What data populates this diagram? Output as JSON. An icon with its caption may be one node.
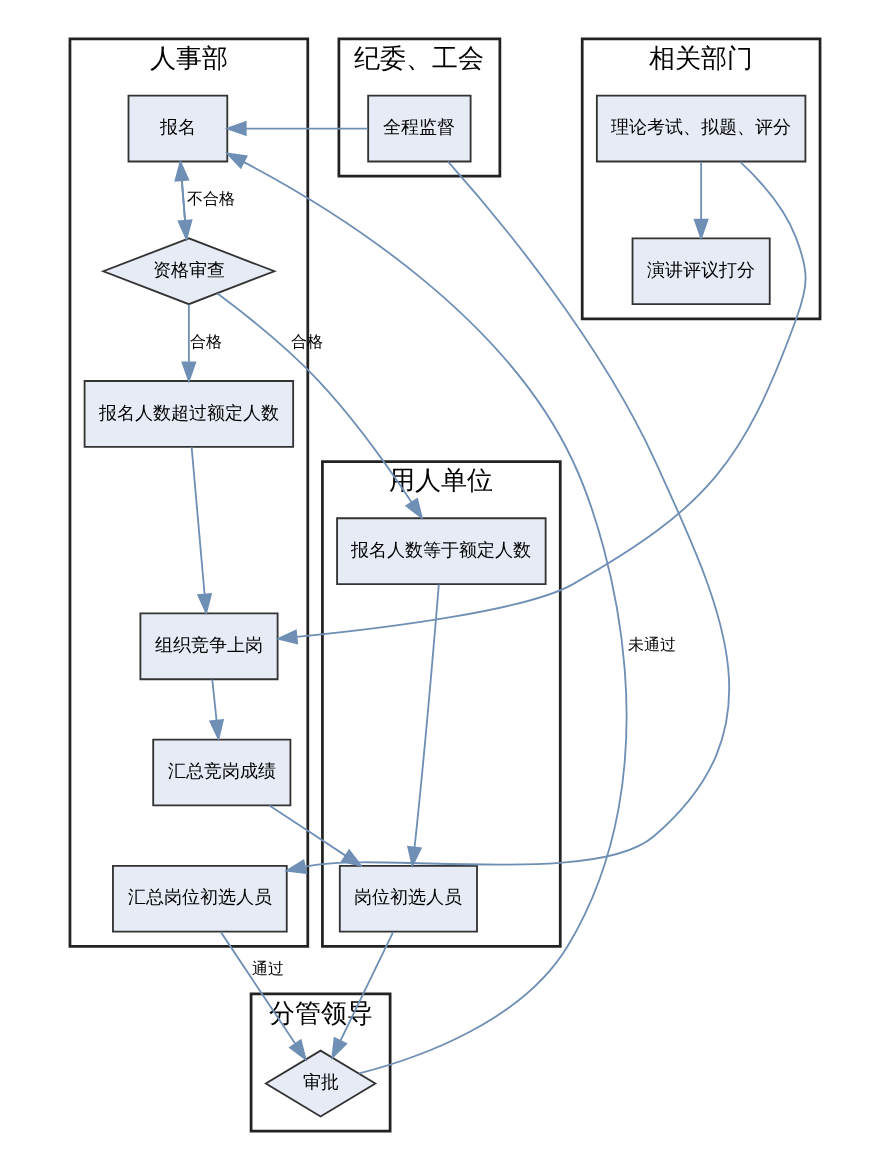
{
  "diagram": {
    "nodes": [
      {
        "text": [
          "分管领导"
        ]
      },
      {
        "text": [
          "人事部"
        ]
      },
      {
        "text": [
          "相关部门"
        ]
      },
      {
        "text": [
          "用人单位"
        ]
      },
      {
        "text": [
          "纪委、工会"
        ]
      },
      {
        "text": [
          "报名"
        ],
        "in": 1
      },
      {
        "text": [
          "资格审查"
        ],
        "in": 1
      },
      {
        "text": [
          "报名人数超过额定人数"
        ],
        "in": 1
      },
      {
        "text": [
          "组织竞争上岗"
        ],
        "in": 1
      },
      {
        "text": [
          "汇总竞岗成绩"
        ],
        "in": 1
      },
      {
        "text": [
          "汇总岗位初选人员"
        ],
        "in": 1
      },
      {
        "text": [
          "理论考试、拟题、评分"
        ],
        "in": 2
      },
      {
        "text": [
          "演讲评议打分"
        ],
        "in": 2
      },
      {
        "text": [
          "报名人数等于额定人数"
        ],
        "in": 3
      },
      {
        "text": [
          "岗位初选人员"
        ],
        "in": 3
      },
      {
        "text": [
          "全程监督"
        ],
        "in": 4
      },
      {
        "text": [
          "审批"
        ],
        "in": 0
      }
    ],
    "edges": [
      {
        "from": 5,
        "to": 6,
        "arrow": "to"
      },
      {
        "from": 6,
        "to": 5,
        "arrow": "to",
        "label": "不合格"
      },
      {
        "from": 6,
        "to": 7,
        "arrow": "to",
        "label": "合格"
      },
      {
        "from": 6,
        "to": 13,
        "arrow": "to",
        "label": "合格"
      },
      {
        "from": 7,
        "to": 8,
        "arrow": "to"
      },
      {
        "from": 11,
        "to": 8,
        "arrow": "to"
      },
      {
        "from": 11,
        "to": 12,
        "arrow": "to"
      },
      {
        "from": 8,
        "to": 9,
        "arrow": "to"
      },
      {
        "from": 9,
        "to": 14,
        "arrow": "to"
      },
      {
        "from": 13,
        "to": 14,
        "arrow": "to"
      },
      {
        "from": 14,
        "to": 16,
        "arrow": "to"
      },
      {
        "from": 15,
        "to": 5,
        "arrow": "to"
      },
      {
        "from": 15,
        "to": 10,
        "arrow": "to"
      },
      {
        "from": 10,
        "to": 16,
        "arrow": "to",
        "label": "通过"
      },
      {
        "from": 16,
        "to": 5,
        "arrow": "to",
        "label": "未通过"
      }
    ]
  }
}
